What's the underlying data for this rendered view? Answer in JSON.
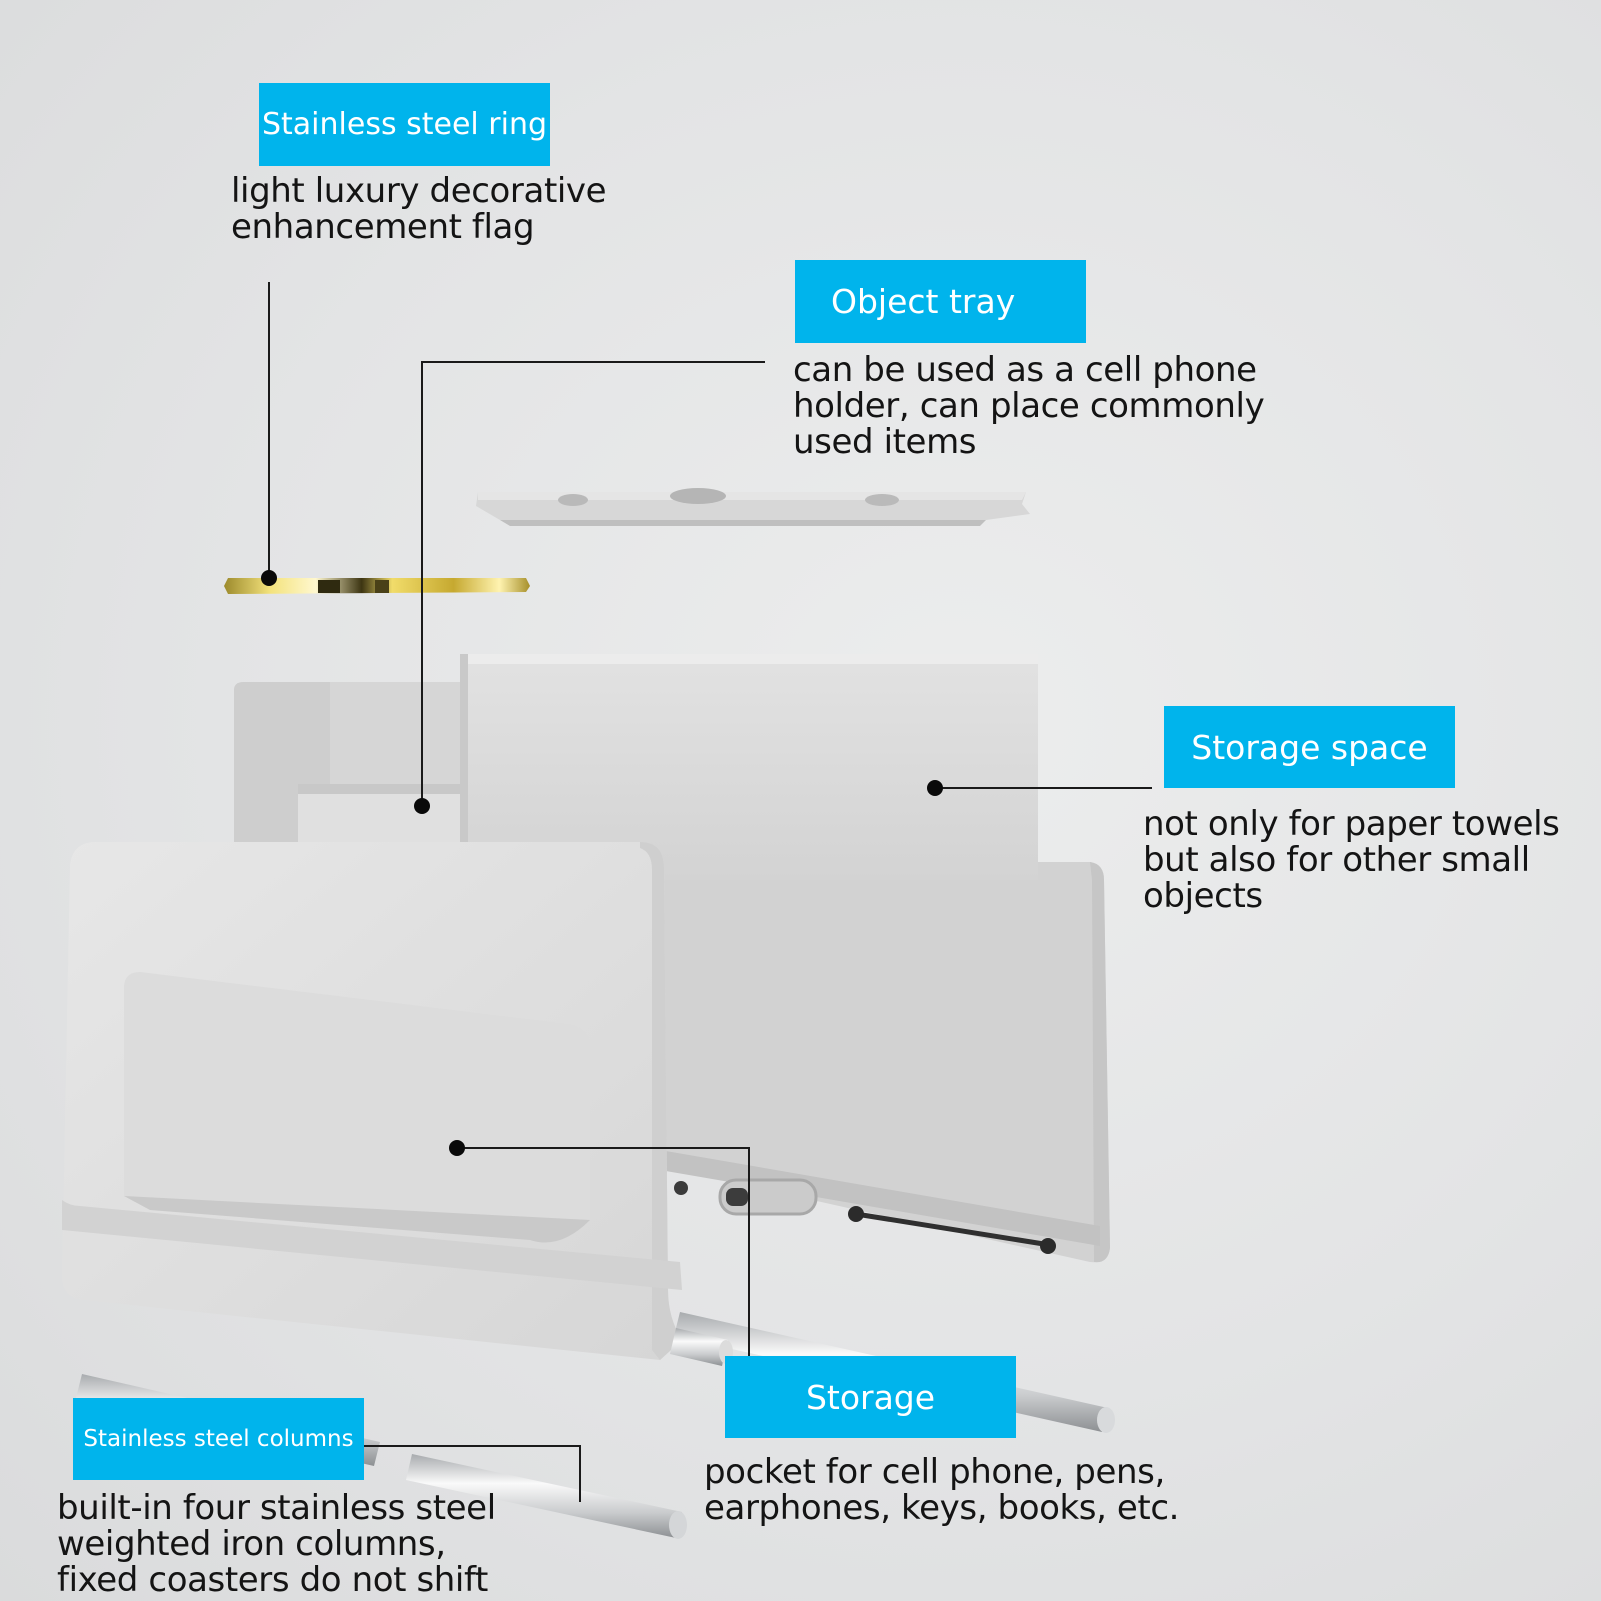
{
  "colors": {
    "tag_background": "#00b4ec",
    "tag_text": "#ffffff",
    "body_text": "#141414",
    "leader_line": "#1a1a1a",
    "product": "#d9d9d9",
    "ring_gold": "#e0c64a"
  },
  "callouts": {
    "ring": {
      "tag": "Stainless steel ring",
      "lines": [
        "light luxury decorative",
        "enhancement flag"
      ]
    },
    "tray": {
      "tag": "Object tray",
      "lines": [
        "can be used as a cell phone",
        "holder, can place commonly",
        "used items"
      ]
    },
    "space": {
      "tag": "Storage space",
      "lines": [
        "not only for paper towels",
        "but also for other small",
        "objects"
      ]
    },
    "storage": {
      "tag": "Storage",
      "lines": [
        "pocket for cell phone, pens,",
        "earphones, keys, books, etc."
      ]
    },
    "columns": {
      "tag": "Stainless steel columns",
      "lines": [
        "built-in four stainless steel",
        "weighted iron columns,",
        "fixed coasters do not shift"
      ]
    }
  }
}
